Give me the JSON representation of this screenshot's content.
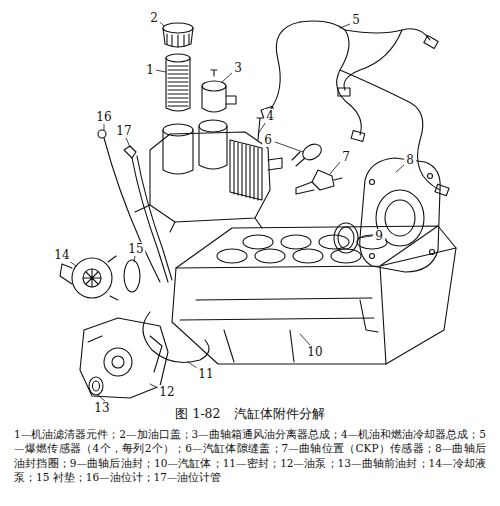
{
  "diagram": {
    "caption": "图 1-82　汽缸体附件分解",
    "labels": [
      "1",
      "2",
      "3",
      "4",
      "5",
      "6",
      "7",
      "8",
      "9",
      "10",
      "11",
      "12",
      "13",
      "14",
      "15",
      "16",
      "17",
      "1—机油滤清器元件；",
      "2—加油口盖；",
      "3—曲轴箱通风油分离器总成；",
      "4—机油和燃油冷却器总成；",
      "5—爆燃传感器（4个，每列2个）；",
      "6—汽缸体隙缝盖；",
      "7—曲轴位置（CKP）传感器；",
      "8—曲轴后油封挡圈；",
      "9—曲轴后油封；",
      "10—汽缸体；",
      "11—密封；",
      "12—油泵；",
      "13—曲轴前油封；",
      "14—冷却液泵；",
      "15 衬垫；",
      "16—油位计；",
      "17—油位计管"
    ]
  }
}
